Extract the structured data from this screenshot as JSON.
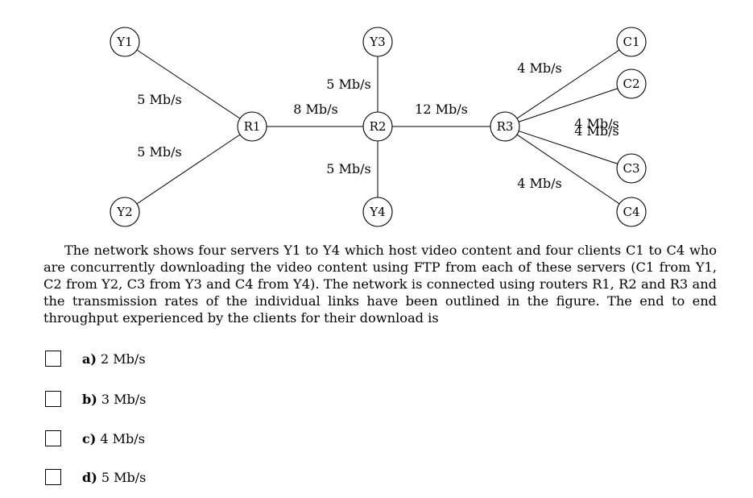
{
  "diagram": {
    "nodes": [
      {
        "id": "Y1",
        "label": "Y1"
      },
      {
        "id": "Y2",
        "label": "Y2"
      },
      {
        "id": "Y3",
        "label": "Y3"
      },
      {
        "id": "Y4",
        "label": "Y4"
      },
      {
        "id": "R1",
        "label": "R1"
      },
      {
        "id": "R2",
        "label": "R2"
      },
      {
        "id": "R3",
        "label": "R3"
      },
      {
        "id": "C1",
        "label": "C1"
      },
      {
        "id": "C2",
        "label": "C2"
      },
      {
        "id": "C3",
        "label": "C3"
      },
      {
        "id": "C4",
        "label": "C4"
      }
    ],
    "links": [
      {
        "from": "Y1",
        "to": "R1",
        "rate": "5 Mb/s"
      },
      {
        "from": "Y2",
        "to": "R1",
        "rate": "5 Mb/s"
      },
      {
        "from": "R1",
        "to": "R2",
        "rate": "8 Mb/s"
      },
      {
        "from": "Y3",
        "to": "R2",
        "rate": "5 Mb/s"
      },
      {
        "from": "Y4",
        "to": "R2",
        "rate": "5 Mb/s"
      },
      {
        "from": "R2",
        "to": "R3",
        "rate": "12 Mb/s"
      },
      {
        "from": "R3",
        "to": "C1",
        "rate": "4 Mb/s"
      },
      {
        "from": "R3",
        "to": "C2",
        "rate": "4 Mb/s"
      },
      {
        "from": "R3",
        "to": "C3",
        "rate": "4 Mb/s"
      },
      {
        "from": "R3",
        "to": "C4",
        "rate": "4 Mb/s"
      }
    ]
  },
  "question": {
    "text": "The network shows four servers Y1 to Y4 which host video content and four clients C1 to C4 who are concurrently downloading the video content using FTP from each of these servers (C1 from Y1, C2 from Y2, C3 from Y3 and C4 from Y4). The network is connected using routers R1, R2 and R3 and the transmission rates of the individual links have been outlined in the figure. The end to end throughput experienced by the clients for their download is"
  },
  "options": [
    {
      "letter": "a)",
      "text": "2 Mb/s"
    },
    {
      "letter": "b)",
      "text": "3 Mb/s"
    },
    {
      "letter": "c)",
      "text": "4 Mb/s"
    },
    {
      "letter": "d)",
      "text": "5 Mb/s"
    }
  ]
}
